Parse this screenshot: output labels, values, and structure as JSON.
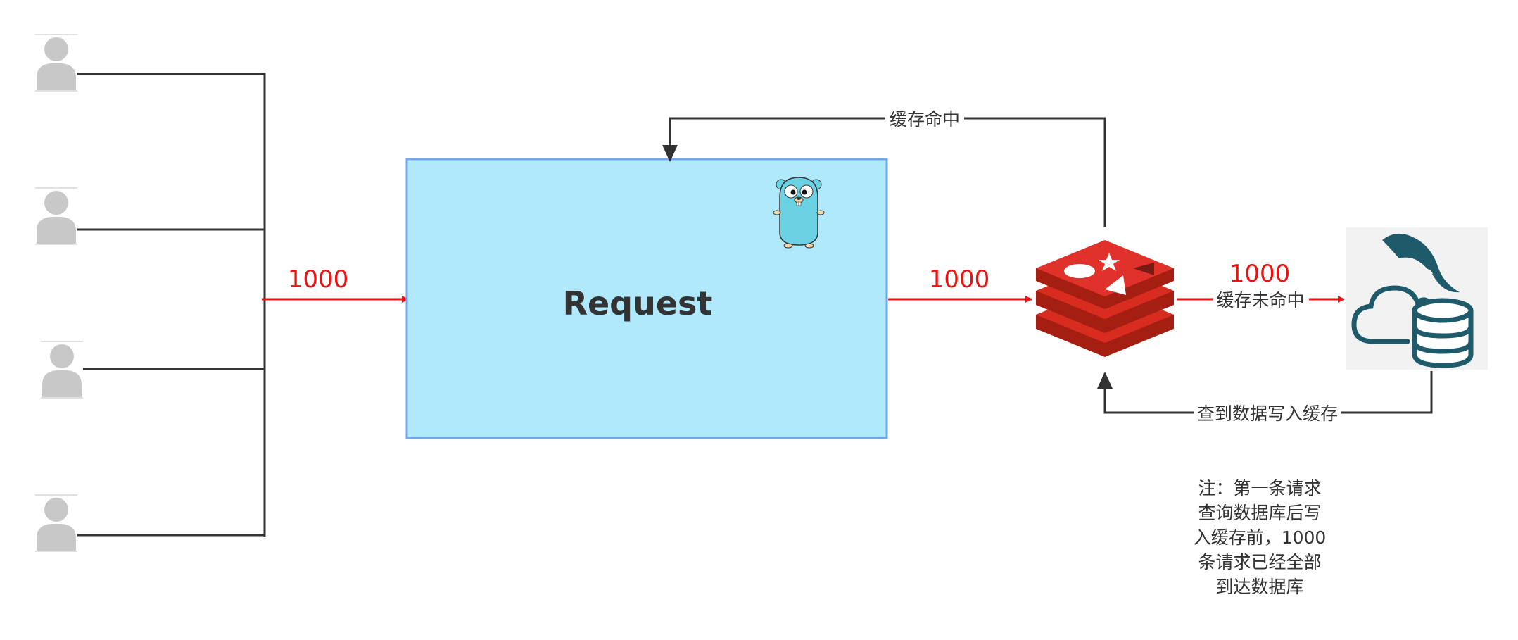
{
  "request_box": {
    "label": "Request",
    "fill": "#b0e8fc",
    "stroke": "#6fa8f0"
  },
  "edges": {
    "users_to_request_count": "1000",
    "request_to_redis_count": "1000",
    "redis_to_mysql_count": "1000",
    "cache_hit_label": "缓存命中",
    "cache_miss_label": "缓存未命中",
    "write_back_label": "查到数据写入缓存"
  },
  "note": {
    "text": "注：第一条请求\n查询数据库后写\n入缓存前，1000\n条请求已经全部\n到达数据库"
  },
  "colors": {
    "red_arrow": "#ee1111",
    "dark_line": "#333333",
    "redis_red": "#d82c20",
    "mysql_teal": "#1f5a6b",
    "user_gray": "#c8c8c8",
    "gopher_blue": "#6ad2e2"
  },
  "icons": {
    "users": [
      "user-icon",
      "user-icon",
      "user-icon",
      "user-icon"
    ],
    "gopher": "go-gopher-icon",
    "redis": "redis-icon",
    "mysql": "mysql-database-icon"
  }
}
